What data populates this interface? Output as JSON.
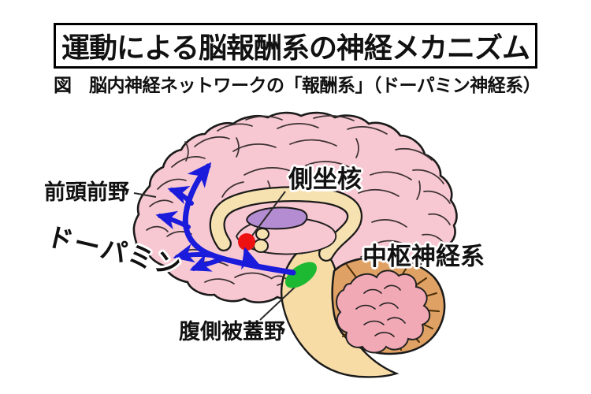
{
  "title": "運動による脳報酬系の神経メカニズム",
  "caption": "図　脳内神経ネットワークの「報酬系」（ドーパミン神経系）",
  "labels": {
    "prefrontal_cortex": "前頭前野",
    "nucleus_accumbens": "側坐核",
    "dopamine": "ドーパミン",
    "central_nervous_system": "中枢神経系",
    "ventral_tegmental_area": "腹側被蓋野"
  },
  "colors": {
    "background": "#ffffff",
    "outline": "#1a1a1a",
    "brain_pink": "#F8C8D2",
    "sulci": "#3a3032",
    "corpus_callosum_cream": "#F6E2B0",
    "brainstem_cream": "#F8DCA6",
    "thalamus_purple": "#B48CD2",
    "cerebellum_brown": "#E0A264",
    "cerebellum_stripe": "#4a2e08",
    "cerebellum_folia_pink": "#F2A9B6",
    "nucleus_accumbens_red": "#EE1111",
    "vta_green": "#1DB932",
    "pathway_blue": "#1b1bdb",
    "pointer_line": "#2a2a2a",
    "text_black": "#111111"
  }
}
